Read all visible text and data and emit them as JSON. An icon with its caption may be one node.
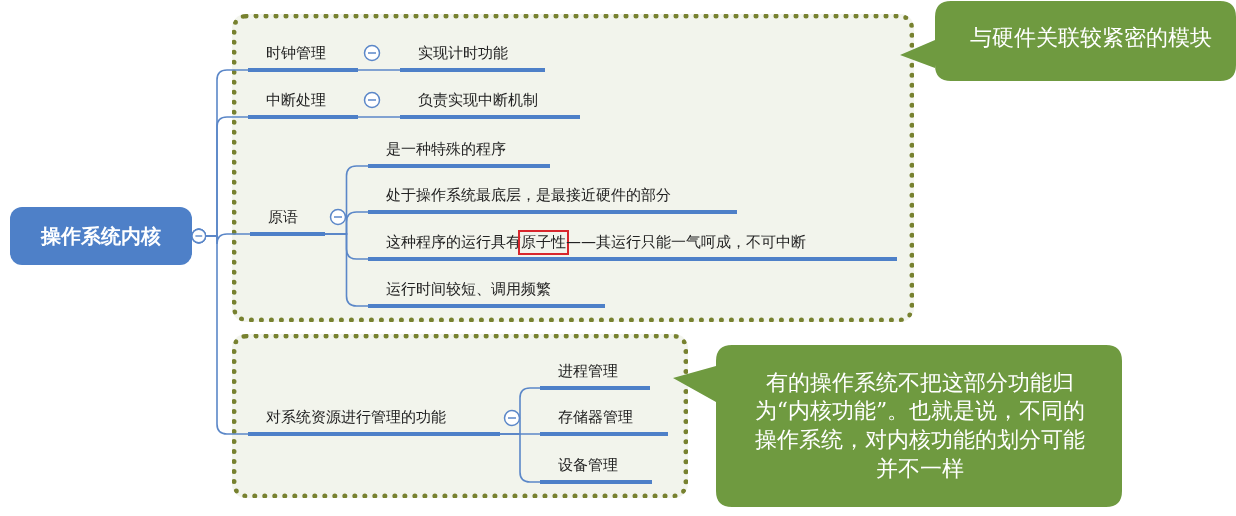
{
  "diagram": {
    "nodes": [
      {
        "text": [
          "操作系统内核"
        ]
      },
      {
        "text": [],
        "shape": "box"
      },
      {
        "text": [
          "时钟管理"
        ],
        "in": 1
      },
      {
        "text": [
          "实现计时功能"
        ],
        "in": 1
      },
      {
        "text": [
          "中断处理"
        ],
        "in": 1
      },
      {
        "text": [
          "负责实现中断机制"
        ],
        "in": 1
      },
      {
        "text": [
          "原语"
        ],
        "in": 1
      },
      {
        "text": [
          "是一种特殊的程序"
        ],
        "in": 1
      },
      {
        "text": [
          "处于操作系统最底层，是最接近硬件的部分"
        ],
        "in": 1
      },
      {
        "text": [
          "这种程序的运行具有**原子性**——其运行只能一气呵成，不可中断"
        ],
        "in": 1
      },
      {
        "text": [
          "运行时间较短、调用频繁"
        ],
        "in": 1
      },
      {
        "text": [],
        "shape": "box"
      },
      {
        "text": [
          "对系统资源进行管理的功能"
        ],
        "in": 11
      },
      {
        "text": [
          "进程管理"
        ],
        "in": 11
      },
      {
        "text": [
          "存储器管理"
        ],
        "in": 11
      },
      {
        "text": [
          "设备管理"
        ],
        "in": 11
      },
      {
        "text": [
          "与硬件关联较紧密的模块"
        ]
      },
      {
        "text": [
          "有的操作系统不把这部分功能归为“内核功能”。也就是说，不同的操作系统，对内核功能的划分可能并不一样"
        ]
      }
    ],
    "edges": [
      {
        "from": 0,
        "to": 2,
        "arrow": "other"
      },
      {
        "from": 0,
        "to": 4,
        "arrow": "other"
      },
      {
        "from": 0,
        "to": 6,
        "arrow": "other"
      },
      {
        "from": 0,
        "to": 12,
        "arrow": "other"
      },
      {
        "from": 2,
        "to": 3,
        "arrow": "none"
      },
      {
        "from": 4,
        "to": 5,
        "arrow": "none"
      },
      {
        "from": 6,
        "to": 7,
        "arrow": "none"
      },
      {
        "from": 6,
        "to": 8,
        "arrow": "none"
      },
      {
        "from": 6,
        "to": 9,
        "arrow": "none"
      },
      {
        "from": 6,
        "to": 10,
        "arrow": "none"
      },
      {
        "from": 12,
        "to": 13,
        "arrow": "none"
      },
      {
        "from": 12,
        "to": 14,
        "arrow": "none"
      },
      {
        "from": 12,
        "to": 15,
        "arrow": "none"
      }
    ]
  }
}
